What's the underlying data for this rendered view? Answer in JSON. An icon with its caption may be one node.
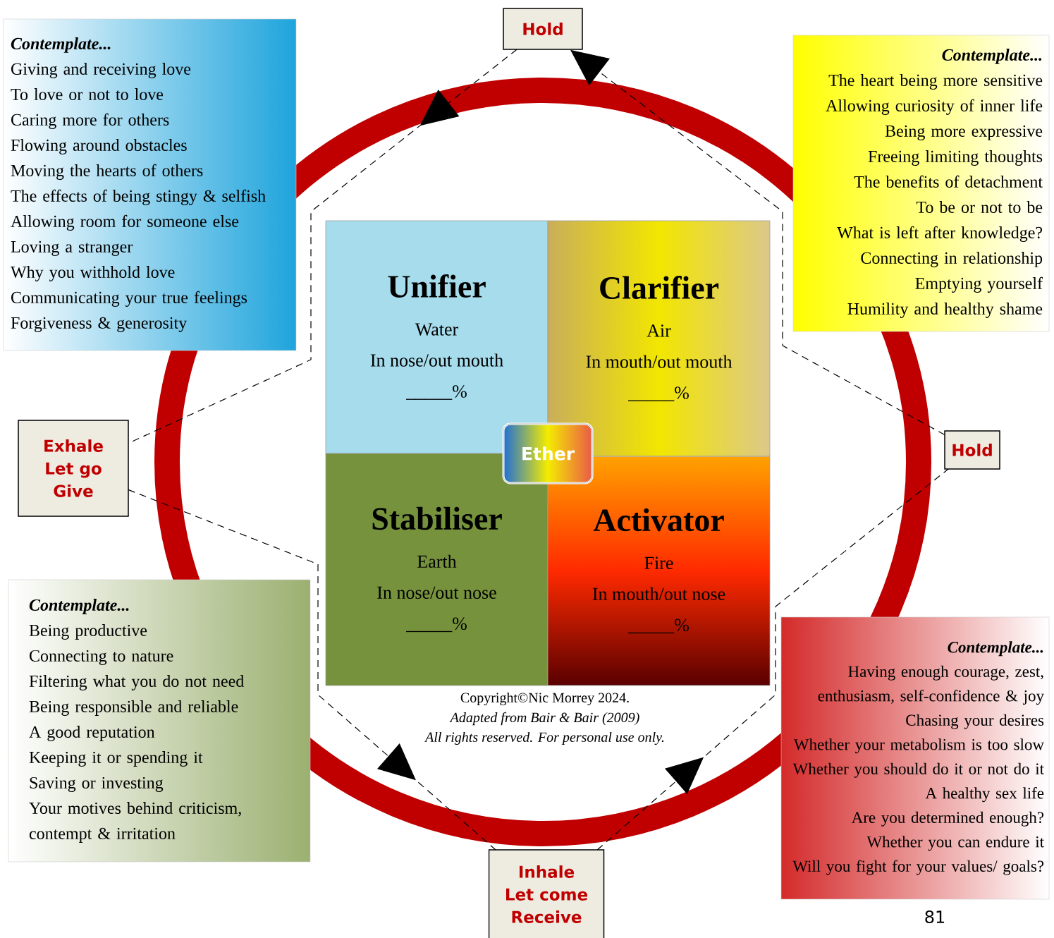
{
  "diagram": {
    "nodes": [
      {
        "text": [
          "Hold"
        ]
      },
      {
        "text": [
          "Hold"
        ]
      },
      {
        "text": [
          "Inhale",
          "Let come",
          "Receive"
        ]
      },
      {
        "text": [
          "Exhale",
          "Let go",
          "Give"
        ]
      },
      {
        "text": [
          "Unifier",
          "Water",
          "In nose/out mouth",
          "_____%"
        ]
      },
      {
        "text": [
          "Clarifier",
          "Air",
          "In mouth/out mouth",
          "_____%"
        ]
      },
      {
        "text": [
          "Stabiliser",
          "Earth",
          "In nose/out nose",
          "_____%"
        ]
      },
      {
        "text": [
          "Activator",
          "Fire",
          "In mouth/out nose",
          "_____%"
        ]
      },
      {
        "text": [
          "Ether"
        ]
      },
      {
        "text": [
          "Contemplate...",
          "Giving and receiving love",
          "To love or not to love",
          "Caring more for others",
          "Flowing around obstacles",
          "Moving the hearts of others",
          "The effects of being stingy & selfish",
          "Allowing room for someone else",
          "Loving a stranger",
          "Why you withhold love",
          "Communicating your true feelings",
          "Forgiveness & generosity"
        ]
      },
      {
        "text": [
          "Contemplate...",
          "The heart being more sensitive",
          "Allowing curiosity of inner life",
          "Being more expressive",
          "Freeing limiting thoughts",
          "The benefits of detachment",
          "To be or not to be",
          "What is left after knowledge?",
          "Connecting in relationship",
          "Emptying yourself",
          "Humility and healthy shame"
        ]
      },
      {
        "text": [
          "Contemplate...",
          "Being productive",
          "Connecting to nature",
          "Filtering what you do not need",
          "Being responsible and reliable",
          "A good reputation",
          "Keeping it or spending it",
          "Saving or investing",
          "Your motives behind criticism, contempt & irritation"
        ]
      },
      {
        "text": [
          "Contemplate...",
          "Having enough courage, zest, enthusiasm, self-confidence & joy",
          "Chasing your desires",
          "Whether your metabolism is too slow",
          "Whether you should do it or not do it",
          "A healthy sex life",
          "Are you determined enough?",
          "Whether you can endure it",
          "Will you fight for your values/ goals?"
        ]
      }
    ],
    "edges": [
      {
        "from": 3,
        "to": 2,
        "arrow": "to",
        "style": "dashed"
      },
      {
        "from": 2,
        "to": 1,
        "arrow": "to",
        "style": "dashed"
      },
      {
        "from": 1,
        "to": 0,
        "arrow": "to",
        "style": "dashed"
      },
      {
        "from": 0,
        "to": 3,
        "arrow": "to",
        "style": "dashed"
      }
    ],
    "labels": [
      "Copyright©Nic Morrey 2024.",
      "Adapted from Bair & Bair (2009)",
      "All rights reserved. For personal use only.",
      "81"
    ]
  }
}
